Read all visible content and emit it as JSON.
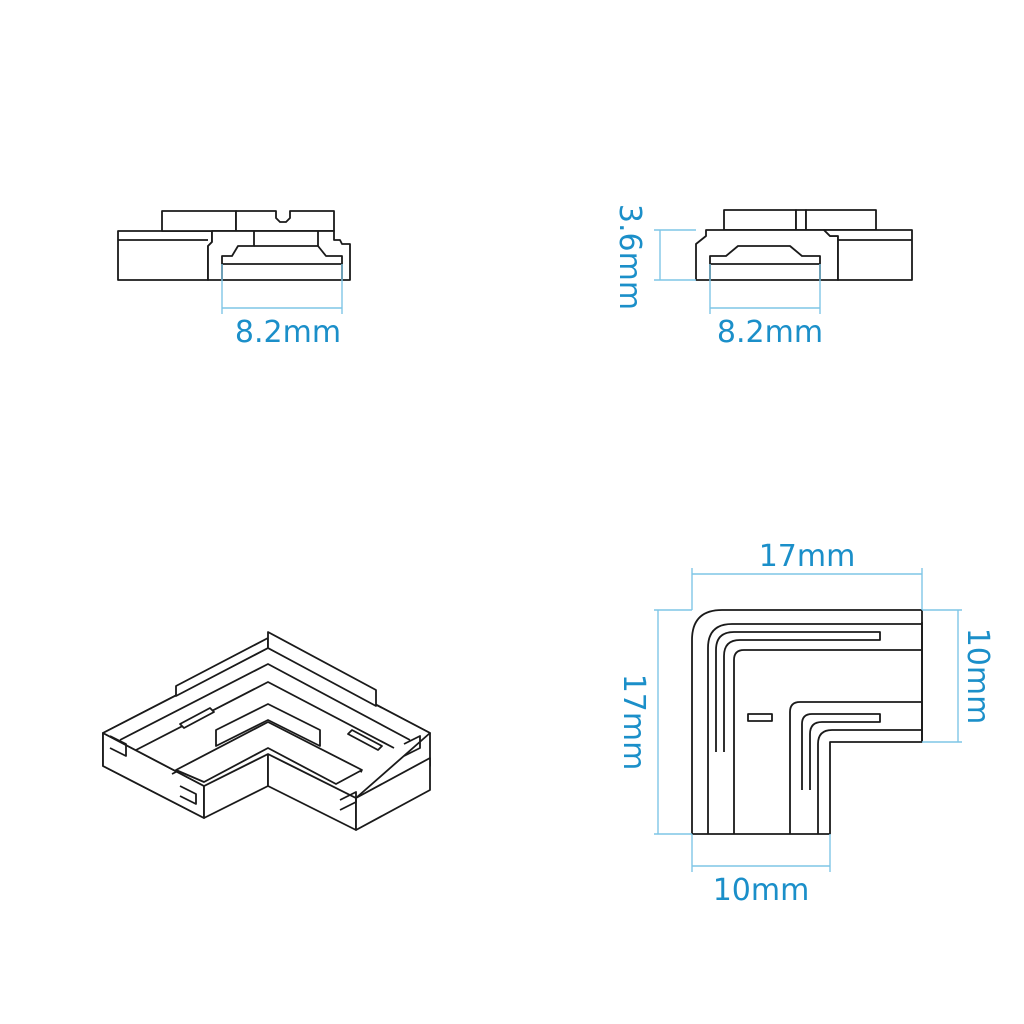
{
  "dimensions": {
    "side_view_left_width": "8.2mm",
    "side_view_right_width": "8.2mm",
    "side_view_right_height": "3.6mm",
    "top_view_width": "17mm",
    "top_view_height": "17mm",
    "top_view_arm_width_right": "10mm",
    "top_view_arm_width_bottom": "10mm"
  },
  "colors": {
    "dimension": "#1b8fc9",
    "dimension_line": "#7fc6e6",
    "outline": "#1a1a1a",
    "background": "#ffffff"
  }
}
